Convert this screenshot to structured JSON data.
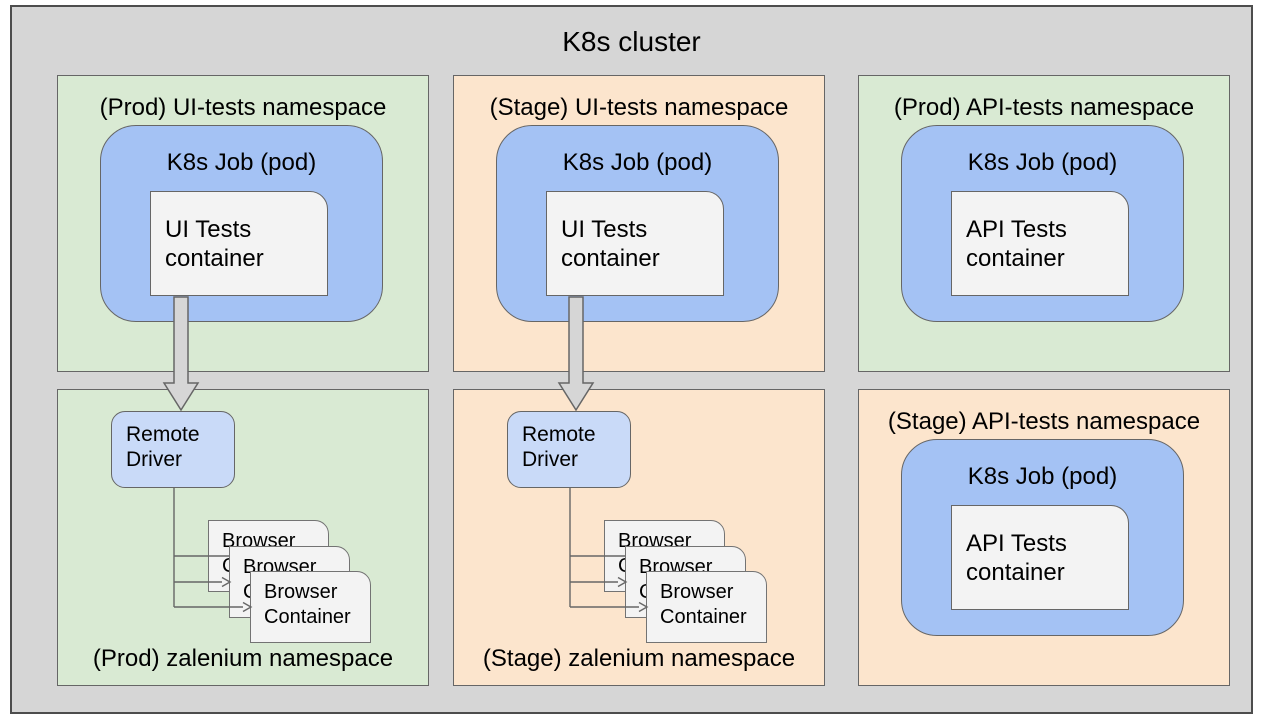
{
  "cluster": {
    "title": "K8s cluster"
  },
  "namespaces": {
    "prod_ui": {
      "title": "(Prod) UI-tests namespace",
      "job": "K8s Job (pod)",
      "container": [
        "UI Tests",
        "container"
      ]
    },
    "stage_ui": {
      "title": "(Stage) UI-tests namespace",
      "job": "K8s Job (pod)",
      "container": [
        "UI Tests",
        "container"
      ]
    },
    "prod_api": {
      "title": "(Prod) API-tests namespace",
      "job": "K8s Job (pod)",
      "container": [
        "API Tests",
        "container"
      ]
    },
    "stage_api": {
      "title": "(Stage) API-tests namespace",
      "job": "K8s Job (pod)",
      "container": [
        "API Tests",
        "container"
      ]
    },
    "prod_zalenium": {
      "title": "(Prod) zalenium namespace",
      "remote_driver": [
        "Remote",
        "Driver"
      ],
      "cards": [
        [
          "Browser",
          "Container"
        ],
        [
          "Browser",
          "Container"
        ],
        [
          "Browser",
          "Container"
        ]
      ]
    },
    "stage_zalenium": {
      "title": "(Stage) zalenium namespace",
      "remote_driver": [
        "Remote",
        "Driver"
      ],
      "cards": [
        [
          "Browser",
          "Container"
        ],
        [
          "Browser",
          "Container"
        ],
        [
          "Browser",
          "Container"
        ]
      ]
    }
  },
  "colors": {
    "cluster_background": "#d6d6d6",
    "namespace_green": "#d9ead3",
    "namespace_orange": "#fce5cd",
    "job_blue": "#a4c2f4",
    "remote_driver_blue": "#c9daf8",
    "container_gray": "#f3f3f3",
    "border_gray": "#666666",
    "arrow_fill": "#d6d6d6"
  }
}
